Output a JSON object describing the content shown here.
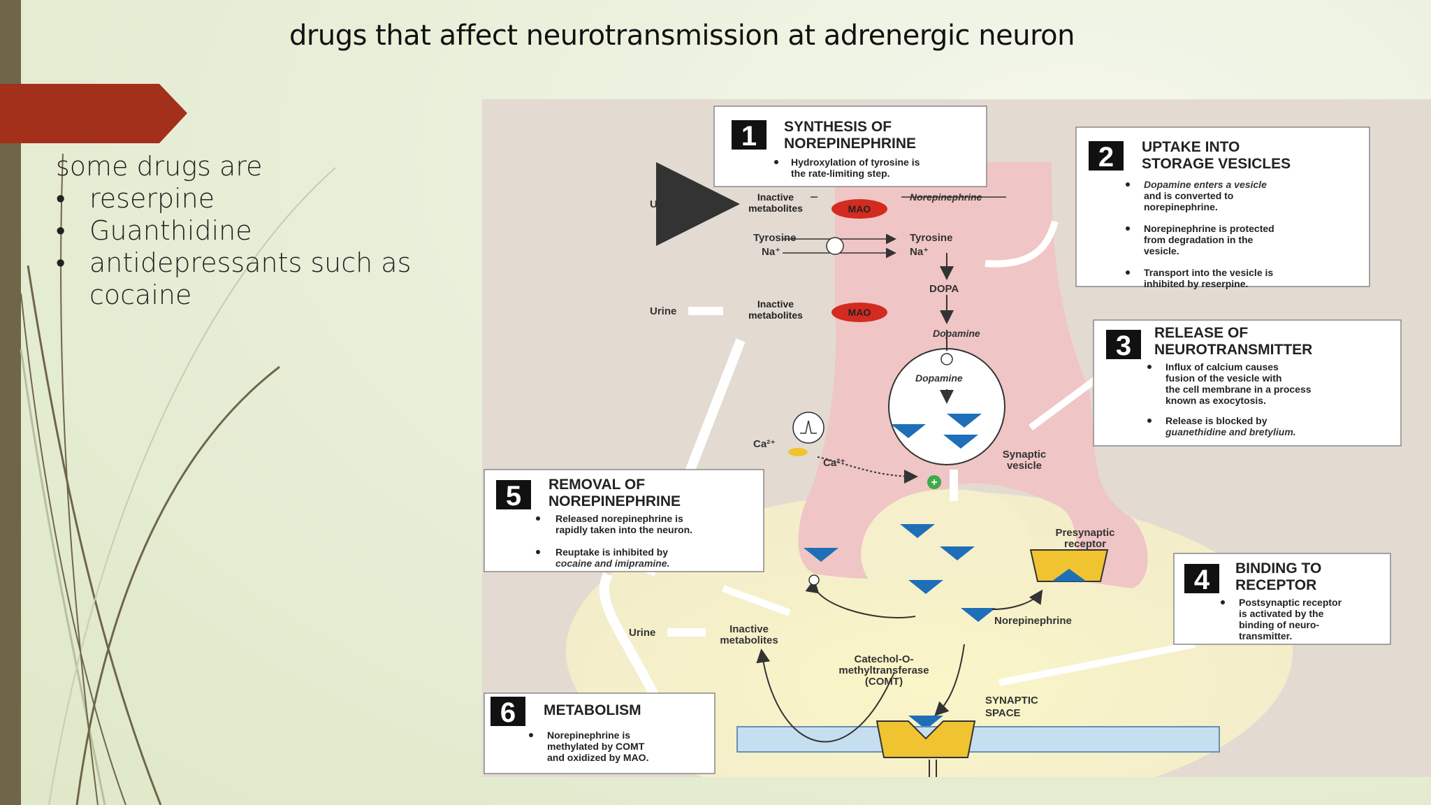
{
  "slide": {
    "title": "drugs that affect neurotransmission at adrenergic neuron",
    "intro": "some drugs are",
    "bullets": [
      "reserpine",
      "Guanthidine",
      "antidepressants such as cocaine"
    ]
  },
  "colors": {
    "accent_arrow": "#a3301a",
    "left_bar": "#6f6548",
    "neuron": "#f0c5c5",
    "receptor": "#f0c330",
    "transmitter": "#1e6fb8"
  },
  "diagram": {
    "box1": {
      "num": "1",
      "title1": "SYNTHESIS OF",
      "title2": "NOREPINEPHRINE",
      "text1": "Hydroxylation of tyrosine is",
      "text2": "the rate-limiting step."
    },
    "box2": {
      "num": "2",
      "title1": "UPTAKE INTO",
      "title2": "STORAGE VESICLES",
      "b1l1": "Dopamine enters a vesicle",
      "b1l2": "and is converted to",
      "b1l3": "norepinephrine.",
      "b2l1": "Norepinephrine is protected",
      "b2l2": "from degradation in the",
      "b2l3": "vesicle.",
      "b3l1": "Transport into the vesicle is",
      "b3l2": "inhibited by reserpine."
    },
    "box3": {
      "num": "3",
      "title1": "RELEASE OF",
      "title2": "NEUROTRANSMITTER",
      "b1l1": "Influx of calcium causes",
      "b1l2": "fusion of the vesicle with",
      "b1l3": "the cell membrane in a process",
      "b1l4": "known as exocytosis.",
      "b2l1": "Release is blocked by",
      "b2l2": "guanethidine and bretylium."
    },
    "box4": {
      "num": "4",
      "title1": "BINDING TO",
      "title2": "RECEPTOR",
      "l1": "Postsynaptic receptor",
      "l2": "is activated by the",
      "l3": "binding of neuro-",
      "l4": "transmitter."
    },
    "box5": {
      "num": "5",
      "title1": "REMOVAL OF",
      "title2": "NOREPINEPHRINE",
      "b1l1": "Released norepinephrine is",
      "b1l2": "rapidly taken into the neuron.",
      "b2l1": "Reuptake is inhibited by",
      "b2l2": "cocaine and imipramine."
    },
    "box6": {
      "num": "6",
      "title1": "METABOLISM",
      "l1": "Norepinephrine is",
      "l2": "methylated by COMT",
      "l3": "and oxidized by MAO."
    },
    "labels": {
      "urine": "Urine",
      "inactive": "Inactive",
      "metabolites": "metabolites",
      "norepinephrine_top": "Norepinephrine",
      "tyrosine": "Tyrosine",
      "na": "Na⁺",
      "mao": "MAO",
      "dopa": "DOPA",
      "dopamine": "Dopamine",
      "ca": "Ca²⁺",
      "synaptic": "Synaptic",
      "vesicle": "vesicle",
      "presynaptic": "Presynaptic",
      "receptor": "receptor",
      "norepinephrine": "Norepinephrine",
      "comt1": "Catechol-O-",
      "comt2": "methyltransferase",
      "comt3": "(COMT)",
      "synaptic_space1": "SYNAPTIC",
      "synaptic_space2": "SPACE",
      "plus": "+"
    }
  }
}
